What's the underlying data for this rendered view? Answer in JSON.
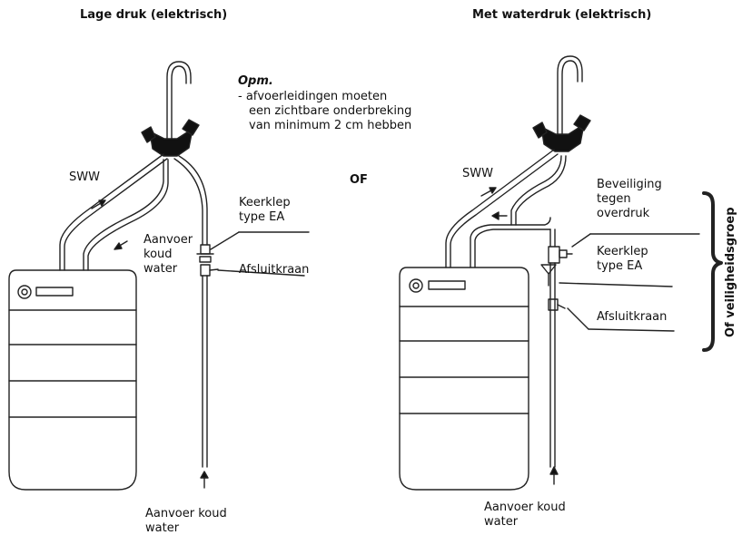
{
  "titles": {
    "left": "Lage druk (elektrisch)",
    "right": "Met waterdruk (elektrisch)"
  },
  "note": {
    "heading": "Opm.",
    "lines": [
      "- afvoerleidingen moeten",
      "een zichtbare onderbreking",
      "van minimum 2 cm hebben"
    ]
  },
  "separator": "OF",
  "left_labels": {
    "hot_water": "SWW",
    "cold_supply_line1": "Aanvoer",
    "cold_supply_line2": "koud",
    "cold_supply_line3": "water",
    "check_valve_line1": "Keerklep",
    "check_valve_line2": "type EA",
    "shutoff_valve": "Afsluitkraan",
    "bottom_supply_line1": "Aanvoer koud",
    "bottom_supply_line2": "water"
  },
  "right_labels": {
    "hot_water": "SWW",
    "pressure_protection_line1": "Beveiliging",
    "pressure_protection_line2": "tegen",
    "pressure_protection_line3": "overdruk",
    "check_valve_line1": "Keerklep",
    "check_valve_line2": "type EA",
    "shutoff_valve": "Afsluitkraan",
    "safety_group": "Of veiligheidsgroep",
    "bottom_supply_line1": "Aanvoer koud",
    "bottom_supply_line2": "water"
  }
}
